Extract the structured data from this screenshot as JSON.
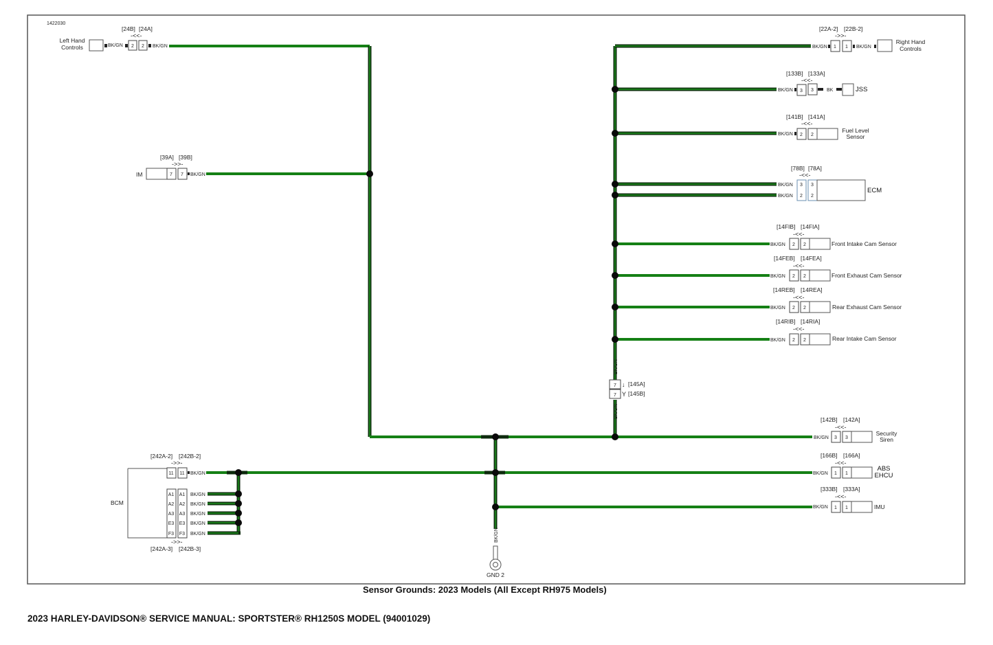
{
  "figure_id": "1422030",
  "caption": "Sensor Grounds: 2023 Models (All Except RH975 Models)",
  "footer": "2023 HARLEY-DAVIDSON® SERVICE MANUAL: SPORTSTER® RH1250S MODEL (94001029)",
  "wire_label": "BK/GN",
  "colors": {
    "wire": "#1a7a1a",
    "wire_dark": "#0d2a0d",
    "node": "#0a0a0a"
  },
  "left_components": {
    "lhc": {
      "name": "Left Hand Controls",
      "line1": "Left Hand",
      "line2": "Controls",
      "conn_b": "[24B]",
      "conn_a": "[24A]",
      "pin": "2",
      "arrow": "-<<-"
    },
    "im": {
      "name": "IM",
      "conn_a": "[39A]",
      "conn_b": "[39B]",
      "pin": "7",
      "arrow": "->>-"
    },
    "bcm": {
      "name": "BCM",
      "top_conn_a": "[242A-2]",
      "top_conn_b": "[242B-2]",
      "bottom_conn_a": "[242A-3]",
      "bottom_conn_b": "[242B-3]",
      "arrow": "->>-",
      "pins": [
        "11",
        "A1",
        "A2",
        "A3",
        "E3",
        "F3"
      ]
    }
  },
  "right_components": [
    {
      "name": "Right Hand Controls",
      "line1": "Right Hand",
      "line2": "Controls",
      "conn_left": "[22A-2]",
      "conn_right": "[22B-2]",
      "pin": "1",
      "arrow": "->>-"
    },
    {
      "name": "JSS",
      "line1": "JSS",
      "line2": "",
      "conn_left": "[133B]",
      "conn_right": "[133A]",
      "pin": "3",
      "extra_wire": "BK",
      "arrow": "-<<-"
    },
    {
      "name": "Fuel Level Sensor",
      "line1": "Fuel Level",
      "line2": "Sensor",
      "conn_left": "[141B]",
      "conn_right": "[141A]",
      "pin": "2",
      "arrow": "-<<-"
    },
    {
      "name": "ECM",
      "line1": "ECM",
      "line2": "",
      "conn_left": "[78B]",
      "conn_right": "[78A]",
      "pins": [
        "3",
        "2"
      ],
      "arrow": "-<<-"
    },
    {
      "name": "Front Intake Cam Sensor",
      "line1": "Front Intake Cam Sensor",
      "line2": "",
      "conn_left": "[14FIB]",
      "conn_right": "[14FIA]",
      "pin": "2",
      "arrow": "-<<-"
    },
    {
      "name": "Front Exhaust Cam Sensor",
      "line1": "Front Exhaust Cam Sensor",
      "line2": "",
      "conn_left": "[14FEB]",
      "conn_right": "[14FEA]",
      "pin": "2",
      "arrow": "-<<-"
    },
    {
      "name": "Rear Exhaust Cam Sensor",
      "line1": "Rear Exhaust Cam Sensor",
      "line2": "",
      "conn_left": "[14REB]",
      "conn_right": "[14REA]",
      "pin": "2",
      "arrow": "-<<-"
    },
    {
      "name": "Rear Intake Cam Sensor",
      "line1": "Rear Intake Cam Sensor",
      "line2": "",
      "conn_left": "[14RIB]",
      "conn_right": "[14RIA]",
      "pin": "2",
      "arrow": "-<<-"
    },
    {
      "name": "Security Siren",
      "line1": "Security",
      "line2": "Siren",
      "conn_left": "[142B]",
      "conn_right": "[142A]",
      "pin": "3",
      "arrow": "-<<-"
    },
    {
      "name": "ABS EHCU",
      "line1": "ABS",
      "line2": "EHCU",
      "conn_left": "[166B]",
      "conn_right": "[166A]",
      "pin": "1",
      "arrow": "-<<-"
    },
    {
      "name": "IMU",
      "line1": "IMU",
      "line2": "",
      "conn_left": "[333B]",
      "conn_right": "[333A]",
      "pin": "1",
      "arrow": "-<<-"
    }
  ],
  "inline_connector": {
    "conn_a": "[145A]",
    "conn_b": "[145B]",
    "pin": "7"
  },
  "ground": {
    "label": "GND 2"
  }
}
